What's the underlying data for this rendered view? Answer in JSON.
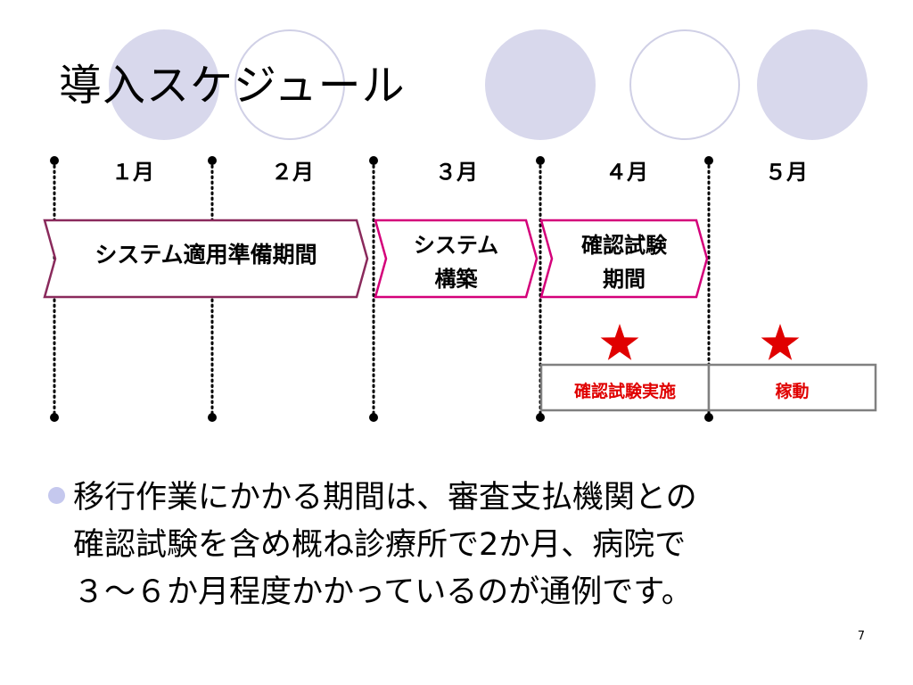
{
  "slide": {
    "title": "導入スケジュール",
    "page_number": "7"
  },
  "timeline": {
    "months": [
      "１月",
      "２月",
      "３月",
      "４月",
      "５月"
    ],
    "phases": [
      {
        "lines": [
          "システム適用準備期間"
        ]
      },
      {
        "lines": [
          "システム",
          "構築"
        ]
      },
      {
        "lines": [
          "確認試験",
          "期間"
        ]
      }
    ],
    "events": [
      {
        "label": "確認試験実施",
        "marker": "star-icon"
      },
      {
        "label": "稼動",
        "marker": "star-icon"
      }
    ]
  },
  "body": {
    "lines": [
      "移行作業にかかる期間は、審査支払機関との",
      "確認試験を含め概ね診療所で2か月、病院で",
      "３～６か月程度かかっているのが通例です。"
    ]
  },
  "colors": {
    "decor_fill": "#d8d8ec",
    "decor_ring": "#d0d0e6",
    "phase_border_1": "#8a2a5c",
    "phase_border_2": "#d4007a",
    "event_box_border": "#808080",
    "star": "#e00000",
    "bullet": "#c5c8ee"
  }
}
